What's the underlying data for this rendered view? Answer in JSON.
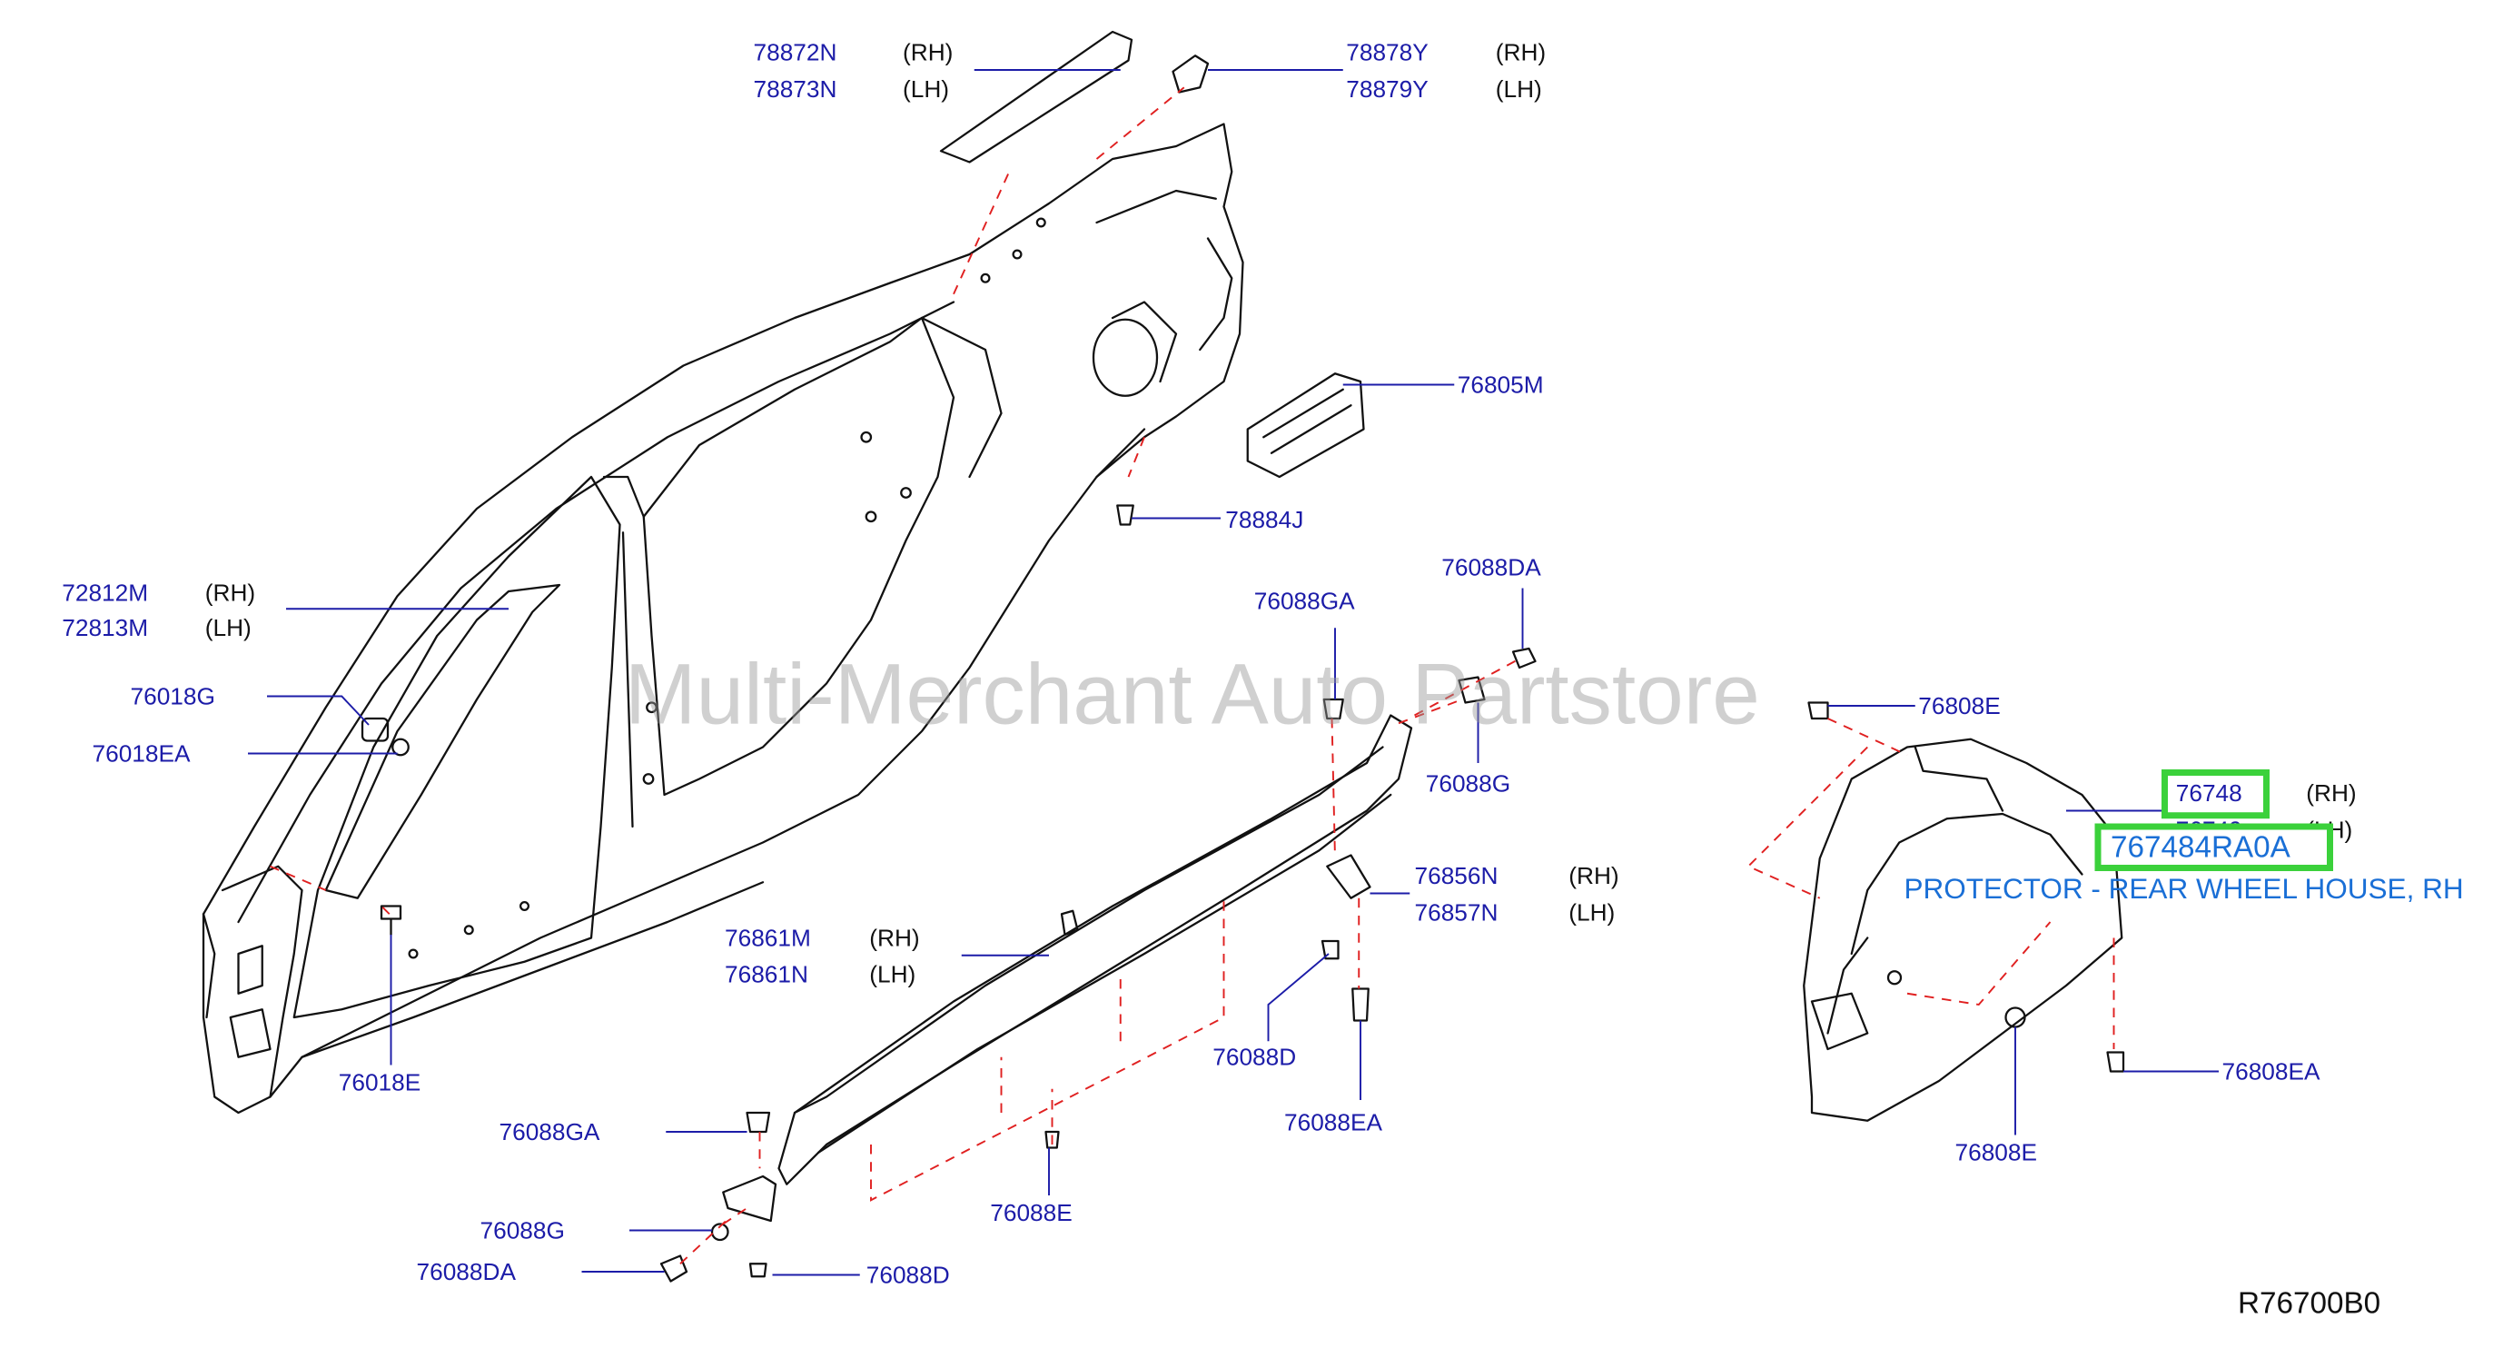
{
  "colors": {
    "part_number": "#1c1ca8",
    "highlight_border": "#3bd13b",
    "highlight_text": "#1a6fd6",
    "dashed_leader": "#e02020"
  },
  "watermark": "Multi-Merchant Auto Partstore",
  "reference": "R76700B0",
  "parts": [
    {
      "id": "p1",
      "number": "78872N",
      "side": "(RH)"
    },
    {
      "id": "p2",
      "number": "78873N",
      "side": "(LH)"
    },
    {
      "id": "p3",
      "number": "78878Y",
      "side": "(RH)"
    },
    {
      "id": "p4",
      "number": "78879Y",
      "side": "(LH)"
    },
    {
      "id": "p5",
      "number": "76805M",
      "side": ""
    },
    {
      "id": "p6",
      "number": "78884J",
      "side": ""
    },
    {
      "id": "p7",
      "number": "72812M",
      "side": "(RH)"
    },
    {
      "id": "p8",
      "number": "72813M",
      "side": "(LH)"
    },
    {
      "id": "p9",
      "number": "76018G",
      "side": ""
    },
    {
      "id": "p10",
      "number": "76018EA",
      "side": ""
    },
    {
      "id": "p11",
      "number": "76018E",
      "side": ""
    },
    {
      "id": "p12",
      "number": "76088GA",
      "side": ""
    },
    {
      "id": "p13",
      "number": "76088DA",
      "side": ""
    },
    {
      "id": "p14",
      "number": "76088G",
      "side": ""
    },
    {
      "id": "p15",
      "number": "76856N",
      "side": "(RH)"
    },
    {
      "id": "p16",
      "number": "76857N",
      "side": "(LH)"
    },
    {
      "id": "p17",
      "number": "76861M",
      "side": "(RH)"
    },
    {
      "id": "p18",
      "number": "76861N",
      "side": "(LH)"
    },
    {
      "id": "p19",
      "number": "76088D",
      "side": ""
    },
    {
      "id": "p20",
      "number": "76088EA",
      "side": ""
    },
    {
      "id": "p21",
      "number": "76088GA",
      "side": ""
    },
    {
      "id": "p22",
      "number": "76088G",
      "side": ""
    },
    {
      "id": "p23",
      "number": "76088DA",
      "side": ""
    },
    {
      "id": "p24",
      "number": "76088E",
      "side": ""
    },
    {
      "id": "p25",
      "number": "76088D",
      "side": ""
    },
    {
      "id": "p26",
      "number": "76808E",
      "side": ""
    },
    {
      "id": "p27",
      "number": "76748",
      "side": "(RH)"
    },
    {
      "id": "p28",
      "number": "76749",
      "side": "(LH)"
    },
    {
      "id": "p29",
      "number": "76808EA",
      "side": ""
    },
    {
      "id": "p30",
      "number": "76808E",
      "side": ""
    }
  ],
  "highlight": {
    "part_number": "767484RA0A",
    "description": "PROTECTOR - REAR WHEEL HOUSE, RH"
  }
}
